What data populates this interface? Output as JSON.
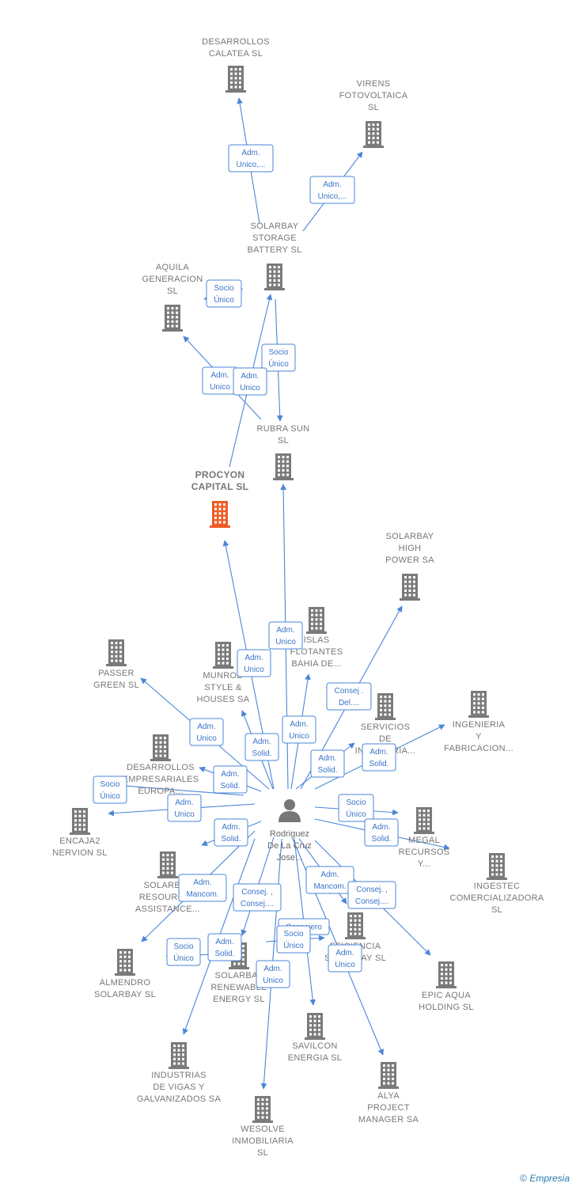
{
  "center": {
    "label": [
      "Rodriguez",
      "De La Cruz",
      "Jose..."
    ]
  },
  "colors": {
    "edge": "#4a86d8",
    "building": "#7a7a7a",
    "focus": "#f05a24",
    "person": "#777777"
  },
  "nodes": [
    {
      "id": "calatea",
      "label": [
        "DESARROLLOS",
        "CALATEA  SL"
      ]
    },
    {
      "id": "virens",
      "label": [
        "VIRENS",
        "FOTOVOLTAICA",
        "SL"
      ]
    },
    {
      "id": "storage",
      "label": [
        "SOLARBAY",
        "STORAGE",
        "BATTERY  SL"
      ]
    },
    {
      "id": "aquila",
      "label": [
        "AQUILA",
        "GENERACION",
        "SL"
      ]
    },
    {
      "id": "rubra",
      "label": [
        "RUBRA SUN",
        "SL"
      ]
    },
    {
      "id": "procyon",
      "label": [
        "PROCYON",
        "CAPITAL  SL"
      ],
      "focus": true
    },
    {
      "id": "highpower",
      "label": [
        "SOLARBAY",
        "HIGH",
        "POWER SA"
      ]
    },
    {
      "id": "islas",
      "label": [
        "ISLAS",
        "FLOTANTES",
        "BAHIA DE..."
      ]
    },
    {
      "id": "munrod",
      "label": [
        "MUNROD",
        "STYLE &",
        "HOUSES SA"
      ]
    },
    {
      "id": "passer",
      "label": [
        "PASSER",
        "GREEN  SL"
      ]
    },
    {
      "id": "servicios",
      "label": [
        "SERVICIOS",
        "DE",
        "INGENIERIA..."
      ]
    },
    {
      "id": "ingenieria",
      "label": [
        "INGENIERIA",
        "Y",
        "FABRICACION..."
      ]
    },
    {
      "id": "desarrollos_emp",
      "label": [
        "DESARROLLOS",
        "EMPRESARIALES",
        "EUROPA..."
      ]
    },
    {
      "id": "encaja2",
      "label": [
        "ENCAJA2",
        "NERVION  SL"
      ]
    },
    {
      "id": "megal",
      "label": [
        "MEGAL",
        "RECURSOS",
        "Y..."
      ]
    },
    {
      "id": "ingestec",
      "label": [
        "INGESTEC",
        "COMERCIALIZADORA",
        "SL"
      ]
    },
    {
      "id": "resources",
      "label": [
        "SOLARBAY",
        "RESOURCES",
        "ASSISTANCE..."
      ]
    },
    {
      "id": "almendro",
      "label": [
        "ALMENDRO",
        "SOLARBAY  SL"
      ]
    },
    {
      "id": "renewable",
      "label": [
        "SOLARBAY",
        "RENEWABLE",
        "ENERGY  SL"
      ]
    },
    {
      "id": "eficiencia",
      "label": [
        "EFICIENCIA",
        "SOLARBAY  SL"
      ]
    },
    {
      "id": "epic",
      "label": [
        "EPIC AQUA",
        "HOLDING  SL"
      ]
    },
    {
      "id": "savilcon",
      "label": [
        "SAVILCON",
        "ENERGIA  SL"
      ]
    },
    {
      "id": "industrias",
      "label": [
        "INDUSTRIAS",
        "DE VIGAS Y",
        "GALVANIZADOS SA"
      ]
    },
    {
      "id": "alya",
      "label": [
        "ALYA",
        "PROJECT",
        "MANAGER SA"
      ]
    },
    {
      "id": "wesolve",
      "label": [
        "WESOLVE",
        "INMOBILIARIA",
        "SL"
      ]
    }
  ],
  "edges": [
    {
      "label": [
        "Adm.",
        "Unico,..."
      ]
    },
    {
      "label": [
        "Adm.",
        "Unico,..."
      ]
    },
    {
      "label": [
        "Socio",
        "Único"
      ]
    },
    {
      "label": [
        "Socio",
        "Único"
      ]
    },
    {
      "label": [
        "Adm.",
        "Unico"
      ]
    },
    {
      "label": [
        "Adm.",
        "Unico"
      ]
    },
    {
      "label": [
        "Adm.",
        "Unico"
      ]
    },
    {
      "label": [
        "Adm.",
        "Unico"
      ]
    },
    {
      "label": [
        "Consej .",
        "Del...."
      ]
    },
    {
      "label": [
        "Adm.",
        "Unico"
      ]
    },
    {
      "label": [
        "Adm.",
        "Unico"
      ]
    },
    {
      "label": [
        "Adm.",
        "Solid."
      ]
    },
    {
      "label": [
        "Adm.",
        "Solid."
      ]
    },
    {
      "label": [
        "Adm.",
        "Solid."
      ]
    },
    {
      "label": [
        "Adm.",
        "Solid."
      ]
    },
    {
      "label": [
        "Socio",
        "Único"
      ]
    },
    {
      "label": [
        "Adm.",
        "Unico"
      ]
    },
    {
      "label": [
        "Socio",
        "Único"
      ]
    },
    {
      "label": [
        "Adm.",
        "Solid."
      ]
    },
    {
      "label": [
        "Adm.",
        "Solid."
      ]
    },
    {
      "label": [
        "Adm.",
        "Mancom."
      ]
    },
    {
      "label": [
        "Adm.",
        "Mancom."
      ]
    },
    {
      "label": [
        "Consej. ,",
        "Consej...."
      ]
    },
    {
      "label": [
        "Consej. ,",
        "Consej...."
      ]
    },
    {
      "label": [
        "Socio",
        "Único"
      ]
    },
    {
      "label": [
        "Adm.",
        "Solid."
      ]
    },
    {
      "label": [
        "Consejero"
      ]
    },
    {
      "label": [
        "Socio",
        "Único"
      ]
    },
    {
      "label": [
        "Adm.",
        "Unico"
      ]
    },
    {
      "label": [
        "Adm.",
        "Unico"
      ]
    }
  ],
  "footer": {
    "copyright": "©",
    "brand": "Empresia"
  }
}
